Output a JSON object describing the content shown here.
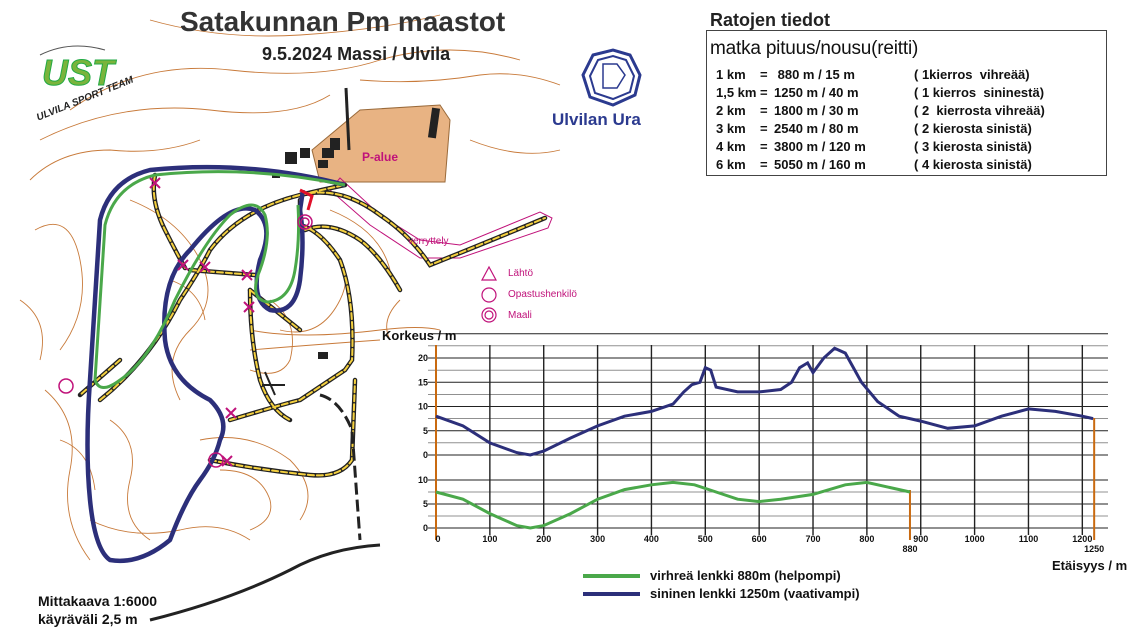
{
  "map": {
    "title": "Satakunnan Pm maastot",
    "subtitle": "9.5.2024 Massi / Ulvila",
    "scale_line1": "Mittakaava 1:6000",
    "scale_line2": "käyräväli 2,5 m",
    "parking_label": "P-alue",
    "warmup_label": "verryttely",
    "legend": {
      "start": "Lähtö",
      "guide": "Opastushenkilö",
      "finish": "Maali"
    },
    "colors": {
      "green_course": "#4aa84a",
      "blue_course": "#2c2f7a",
      "magenta": "#c0127a",
      "contour": "#c87a3a",
      "parking": "#e8b383"
    }
  },
  "logos": {
    "ust": "UST",
    "ust_ring": "ULVILA SPORT TEAM",
    "ulvilan_ura": "Ulvilan Ura"
  },
  "course_panel": {
    "title": "Ratojen tiedot",
    "header": "matka pituus/nousu(reitti)",
    "rows": [
      {
        "len": "1 km",
        "eq": "=",
        "dist": " 880 m / 15 m",
        "note": "( 1kierros  vihreää)"
      },
      {
        "len": "1,5 km",
        "eq": "=",
        "dist": "1250 m / 40 m",
        "note": "( 1 kierros  sininestä)"
      },
      {
        "len": "2 km",
        "eq": "=",
        "dist": "1800 m / 30 m",
        "note": "( 2  kierrosta vihreää)"
      },
      {
        "len": "3 km",
        "eq": "=",
        "dist": "2540 m / 80 m",
        "note": "( 2 kierosta sinistä)"
      },
      {
        "len": "4 km",
        "eq": "=",
        "dist": "3800 m / 120 m",
        "note": "( 3 kierosta sinistä)"
      },
      {
        "len": "6 km",
        "eq": "=",
        "dist": "5050 m / 160 m",
        "note": "( 4 kierosta sinistä)"
      }
    ]
  },
  "profile": {
    "ylabel": "Korkeus / m",
    "xlabel": "Etäisyys / m",
    "blue_yticks": [
      "20",
      "15",
      "10",
      "5",
      "0"
    ],
    "green_yticks": [
      "10",
      "5",
      "0"
    ],
    "xticks": [
      "0",
      "100",
      "200",
      "300",
      "400",
      "500",
      "600",
      "700",
      "800",
      "900",
      "1000",
      "1100",
      "1200"
    ],
    "green_end_label": "880",
    "blue_end_label": "1250",
    "legend_green": "virhreä  lenkki  880m (helpompi)",
    "legend_blue": "sininen lenkki  1250m (vaativampi)",
    "blue_elevation": [
      [
        0,
        8
      ],
      [
        50,
        6
      ],
      [
        100,
        2.5
      ],
      [
        150,
        0.5
      ],
      [
        175,
        0
      ],
      [
        200,
        0.8
      ],
      [
        250,
        3.5
      ],
      [
        300,
        6
      ],
      [
        350,
        8
      ],
      [
        400,
        9
      ],
      [
        440,
        10.5
      ],
      [
        460,
        13
      ],
      [
        475,
        14.5
      ],
      [
        490,
        15
      ],
      [
        500,
        18
      ],
      [
        510,
        17.5
      ],
      [
        520,
        14
      ],
      [
        560,
        13
      ],
      [
        600,
        13
      ],
      [
        640,
        13.5
      ],
      [
        660,
        15
      ],
      [
        675,
        18
      ],
      [
        690,
        19
      ],
      [
        700,
        17
      ],
      [
        720,
        20
      ],
      [
        740,
        22
      ],
      [
        760,
        21
      ],
      [
        790,
        15
      ],
      [
        820,
        11
      ],
      [
        860,
        8
      ],
      [
        900,
        7
      ],
      [
        950,
        5.5
      ],
      [
        1000,
        6
      ],
      [
        1050,
        8
      ],
      [
        1100,
        9.5
      ],
      [
        1150,
        9
      ],
      [
        1200,
        8
      ],
      [
        1220,
        7.5
      ]
    ],
    "green_elevation": [
      [
        0,
        7.5
      ],
      [
        50,
        6
      ],
      [
        100,
        3
      ],
      [
        150,
        0.5
      ],
      [
        175,
        0
      ],
      [
        200,
        0.5
      ],
      [
        250,
        3
      ],
      [
        300,
        6
      ],
      [
        350,
        8
      ],
      [
        400,
        9
      ],
      [
        440,
        9.5
      ],
      [
        480,
        9
      ],
      [
        520,
        7.5
      ],
      [
        560,
        6
      ],
      [
        600,
        5.5
      ],
      [
        640,
        6
      ],
      [
        700,
        7
      ],
      [
        760,
        9
      ],
      [
        800,
        9.5
      ],
      [
        840,
        8.5
      ],
      [
        880,
        7.5
      ]
    ]
  }
}
